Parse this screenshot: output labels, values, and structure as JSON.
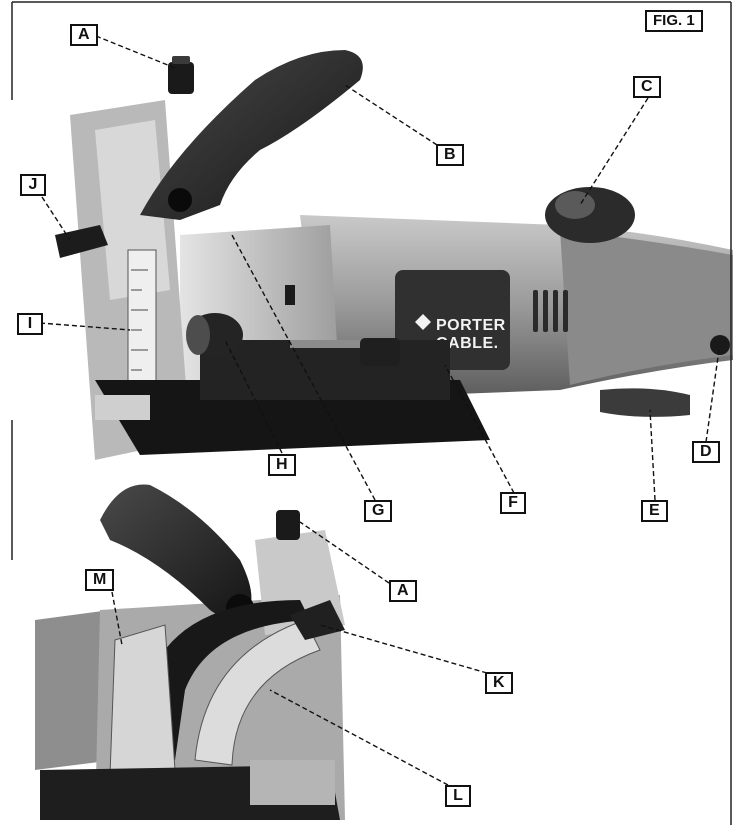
{
  "figure": {
    "title": "FIG. 1",
    "brand_lines": [
      "PORTER",
      "CABLE."
    ],
    "callouts": {
      "A_top": "A",
      "B": "B",
      "C": "C",
      "D": "D",
      "E": "E",
      "F": "F",
      "G": "G",
      "H": "H",
      "I": "I",
      "J": "J",
      "A_bottom": "A",
      "M": "M",
      "K": "K",
      "L": "L"
    }
  }
}
